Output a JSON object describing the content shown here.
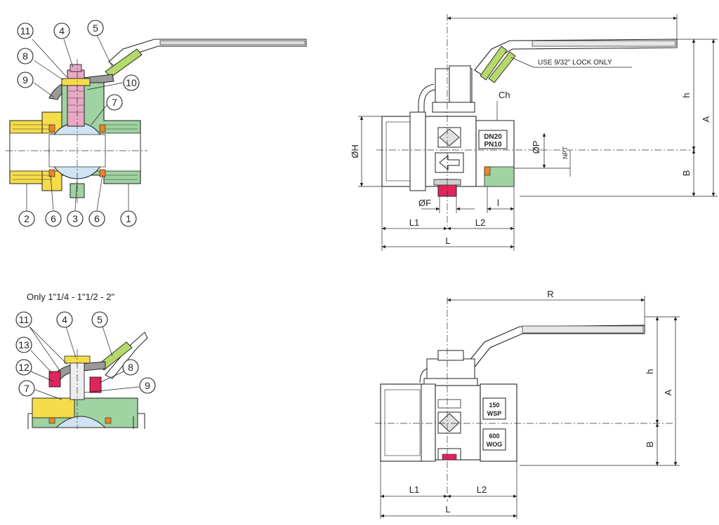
{
  "colors": {
    "green": "#9fd3a2",
    "yellow": "#f5dc4a",
    "pink": "#e9a9c4",
    "blue": "#cfe3f2",
    "orange": "#e8862a",
    "red": "#e0245e",
    "gray": "#cfcfcf",
    "lever_green": "#b5d96a"
  },
  "section_view": {
    "balloons": [
      "11",
      "4",
      "5",
      "8",
      "9",
      "10",
      "7",
      "2",
      "6",
      "3",
      "6",
      "1"
    ]
  },
  "detail_view": {
    "caption": "Only 1\"1/4 - 1\"1/2 - 2\"",
    "balloons": [
      "11",
      "4",
      "5",
      "13",
      "12",
      "8",
      "7",
      "9"
    ]
  },
  "front_view": {
    "note": "USE 9/32\" LOCK ONLY",
    "labels": {
      "ch": "Ch",
      "dn": "DN20",
      "pn": "PN10",
      "oh": "ØH",
      "op": "ØP",
      "npt": "NPT",
      "of": "ØF",
      "l_small": "l",
      "l1": "L1",
      "l2": "L2",
      "l": "L",
      "h": "h",
      "a": "A",
      "b": "B"
    }
  },
  "side_view": {
    "labels": {
      "r": "R",
      "wsp": "150\nWSP",
      "wsp_top": "150",
      "wsp_bot": "WSP",
      "wog_top": "600",
      "wog_bot": "WOG",
      "l1": "L1",
      "l2": "L2",
      "l": "L",
      "h": "h",
      "a": "A",
      "b": "B"
    }
  }
}
